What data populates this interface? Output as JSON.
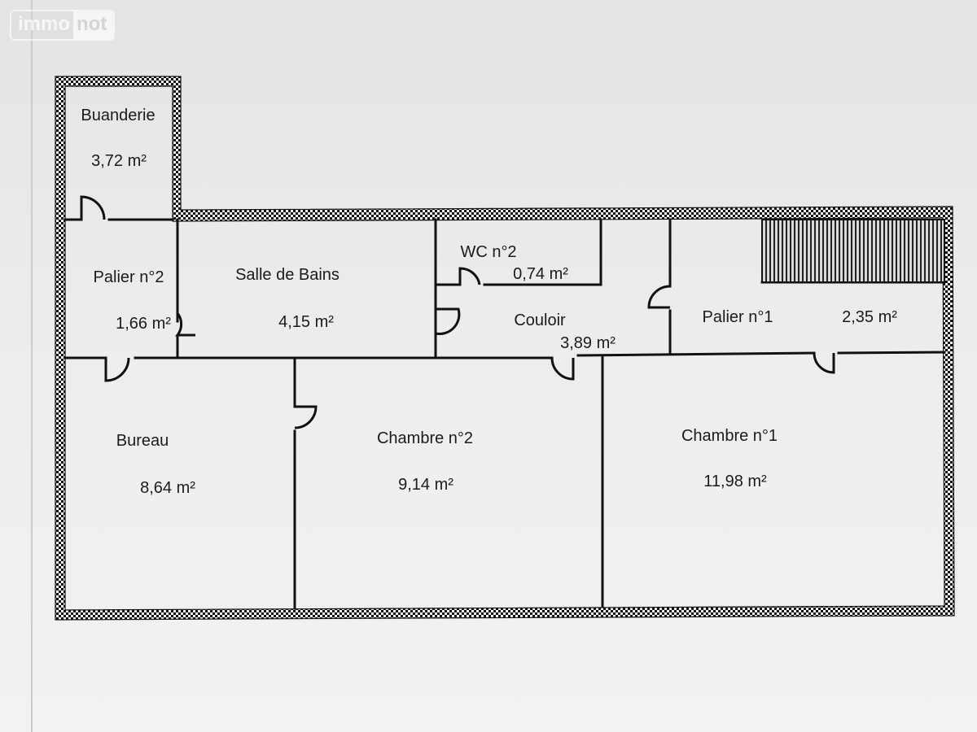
{
  "watermark": {
    "left": "immo",
    "right": "not"
  },
  "rooms": [
    {
      "id": "buanderie",
      "name": "Buanderie",
      "area": "3,72  m²"
    },
    {
      "id": "palier-2",
      "name": "Palier n°2",
      "area": "1,66  m²"
    },
    {
      "id": "salle-de-bains",
      "name": "Salle de Bains",
      "area": "4,15  m²"
    },
    {
      "id": "wc-2",
      "name": "WC n°2",
      "area": "0,74  m²"
    },
    {
      "id": "couloir",
      "name": "Couloir",
      "area": "3,89  m²"
    },
    {
      "id": "palier-1",
      "name": "Palier n°1",
      "area": "2,35  m²"
    },
    {
      "id": "bureau",
      "name": "Bureau",
      "area": "8,64  m²"
    },
    {
      "id": "chambre-2",
      "name": "Chambre n°2",
      "area": "9,14  m²"
    },
    {
      "id": "chambre-1",
      "name": "Chambre n°1",
      "area": "11,98  m²"
    }
  ],
  "colors": {
    "wall": "#1a1a1a",
    "paper": "#eceeef"
  }
}
